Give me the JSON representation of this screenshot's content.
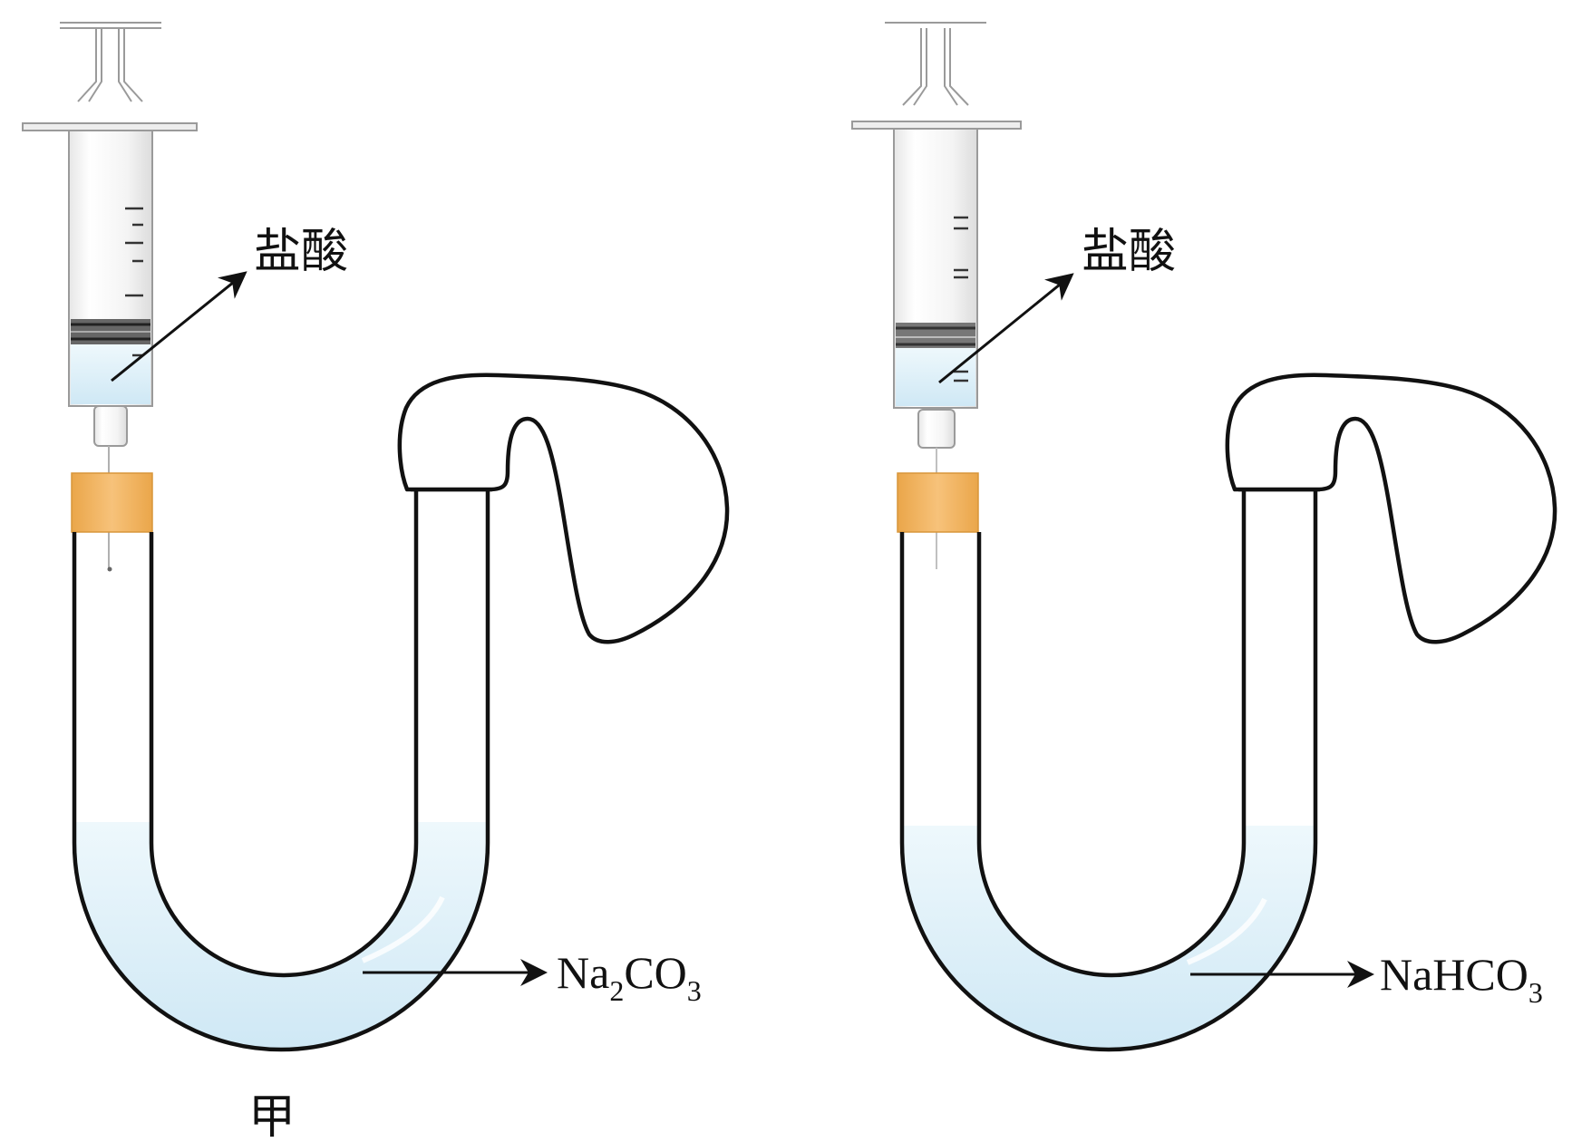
{
  "left_setup": {
    "syringe_label": "盐酸",
    "tube_label_base": "Na",
    "tube_label_sub1": "2",
    "tube_label_mid": "CO",
    "tube_label_sub2": "3",
    "caption": "甲"
  },
  "right_setup": {
    "syringe_label": "盐酸",
    "tube_label_base": "NaHCO",
    "tube_label_sub": "3"
  },
  "colors": {
    "liquid": "#d8eef8",
    "stopper": "#f2b660",
    "outline": "#111111"
  }
}
